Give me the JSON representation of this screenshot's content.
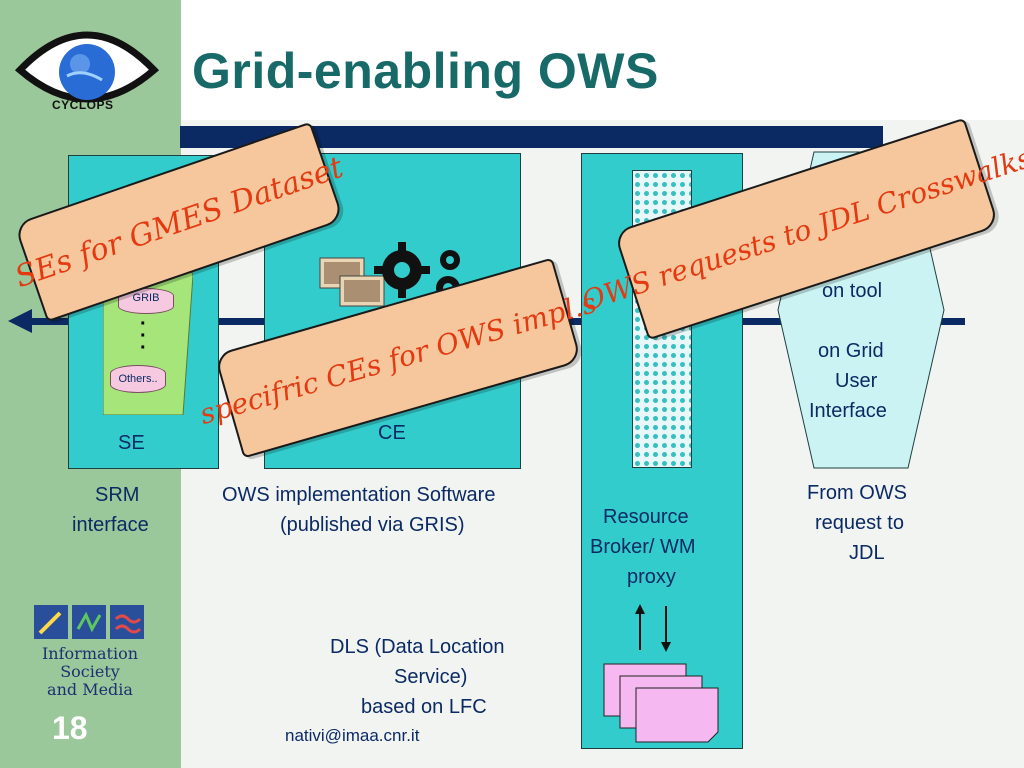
{
  "slide": {
    "title": "Grid-enabling OWS",
    "page_number": "18",
    "email": "nativi@imaa.cnr.it"
  },
  "logos": {
    "cyclops": "CYCLOPS",
    "isoc_line1": "Information Society",
    "isoc_line2": "and Media"
  },
  "se_box": {
    "grib": "GRIB",
    "dots": ":",
    "others": "Others..",
    "label": "SE",
    "caption_line1": "SRM",
    "caption_line2": "interface"
  },
  "ce_box": {
    "label": "CE",
    "caption_line1": "OWS implementation Software",
    "caption_line2": "(published via GRIS)"
  },
  "rb_box": {
    "caption_line1": "Resource",
    "caption_line2": "Broker/ WM",
    "caption_line3": "proxy"
  },
  "ui_box": {
    "line1": "on tool",
    "line2": "on Grid",
    "line3": "User",
    "line4": "Interface",
    "caption_line1": "From OWS",
    "caption_line2": "request to",
    "caption_line3": "JDL"
  },
  "dls": {
    "line1": "DLS (Data Location",
    "line2": "Service)",
    "line3": "based on LFC"
  },
  "ribbons": {
    "ses": "SEs for GMES Dataset",
    "ces": "specifric CEs for OWS impl.s",
    "ows": "OWS requests to JDL Crosswalks"
  },
  "colors": {
    "sidebar": "#9bc89b",
    "title": "#176a68",
    "box": "#33cccc",
    "navy": "#0b2a63",
    "ribbon_fill": "#f6c79c",
    "ribbon_text": "#e33a12"
  }
}
